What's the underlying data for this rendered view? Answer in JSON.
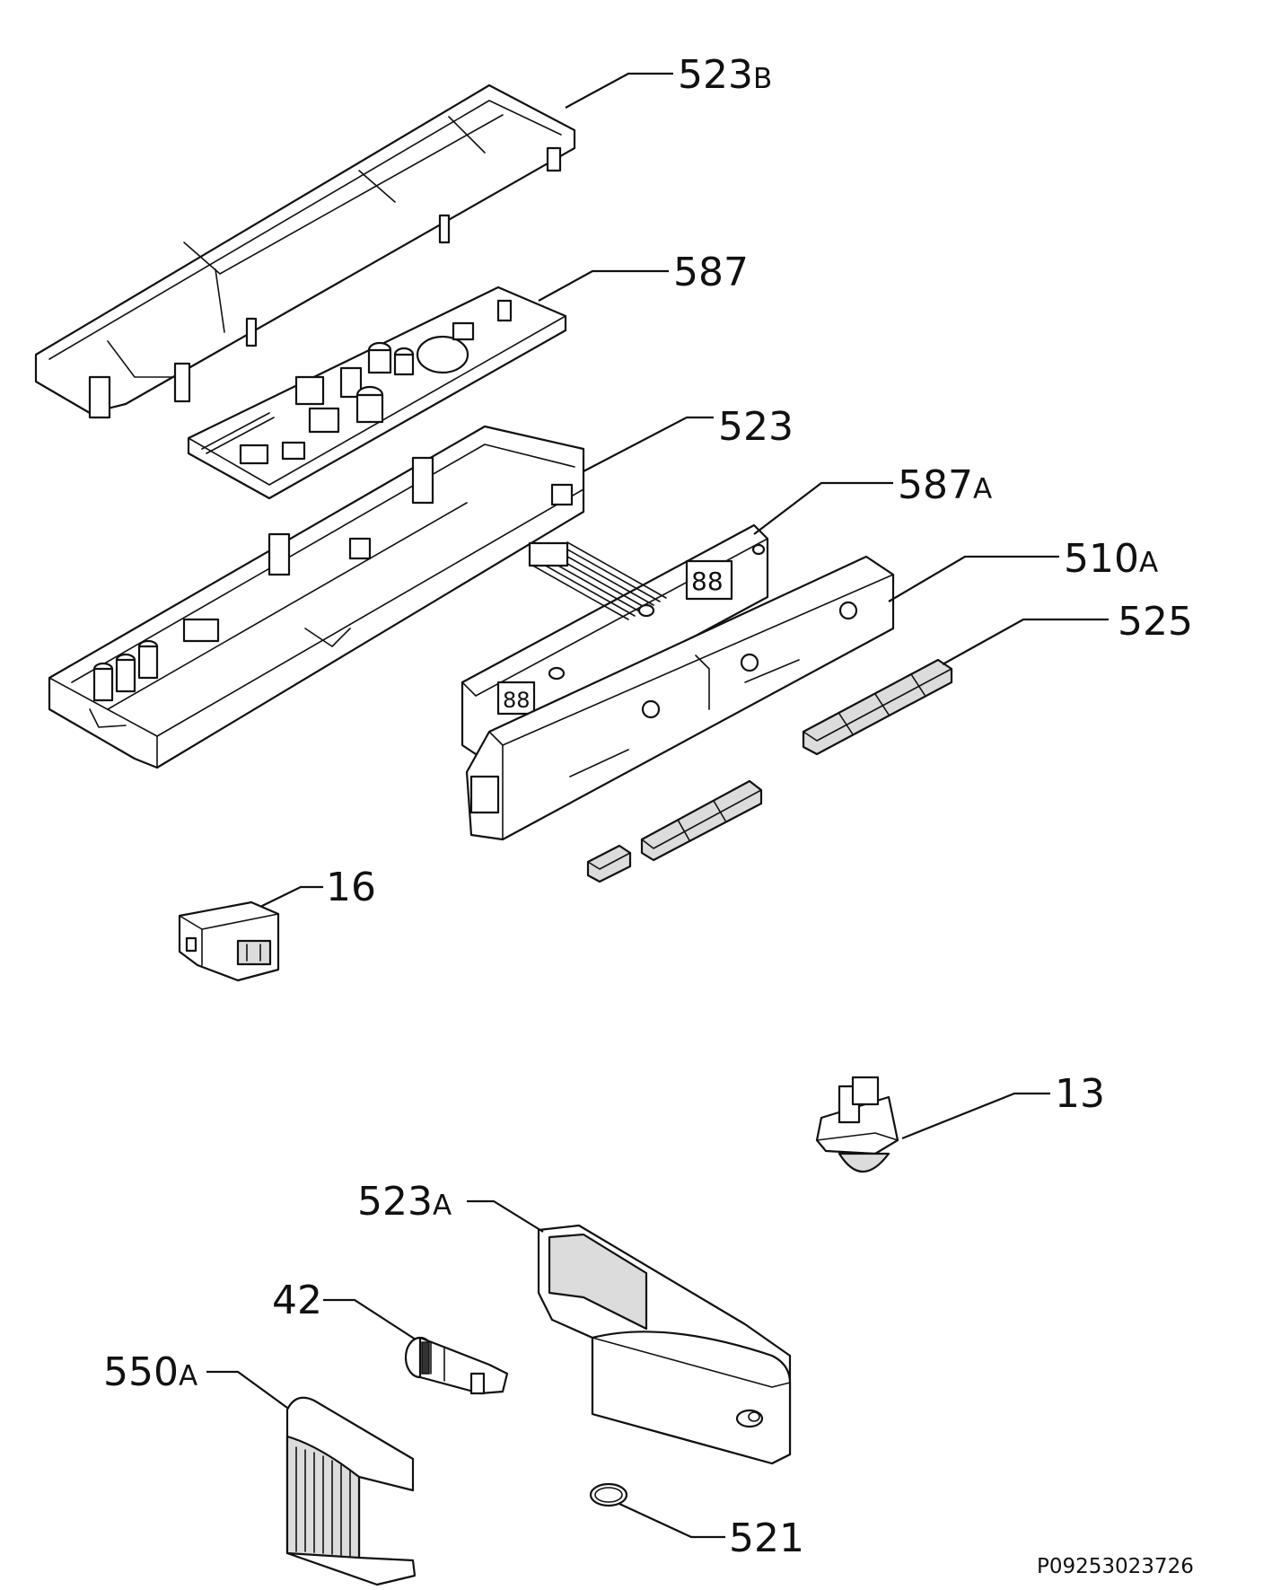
{
  "callouts": {
    "c523B": {
      "number": "523",
      "suffix": "B"
    },
    "c587": {
      "number": "587",
      "suffix": ""
    },
    "c523": {
      "number": "523",
      "suffix": ""
    },
    "c587A": {
      "number": "587",
      "suffix": "A"
    },
    "c510A": {
      "number": "510",
      "suffix": "A"
    },
    "c525": {
      "number": "525",
      "suffix": ""
    },
    "c16": {
      "number": "16",
      "suffix": ""
    },
    "c13": {
      "number": "13",
      "suffix": ""
    },
    "c523A": {
      "number": "523",
      "suffix": "A"
    },
    "c42": {
      "number": "42",
      "suffix": ""
    },
    "c550A": {
      "number": "550",
      "suffix": "A"
    },
    "c521": {
      "number": "521",
      "suffix": ""
    }
  },
  "document_code": "P09253023726"
}
